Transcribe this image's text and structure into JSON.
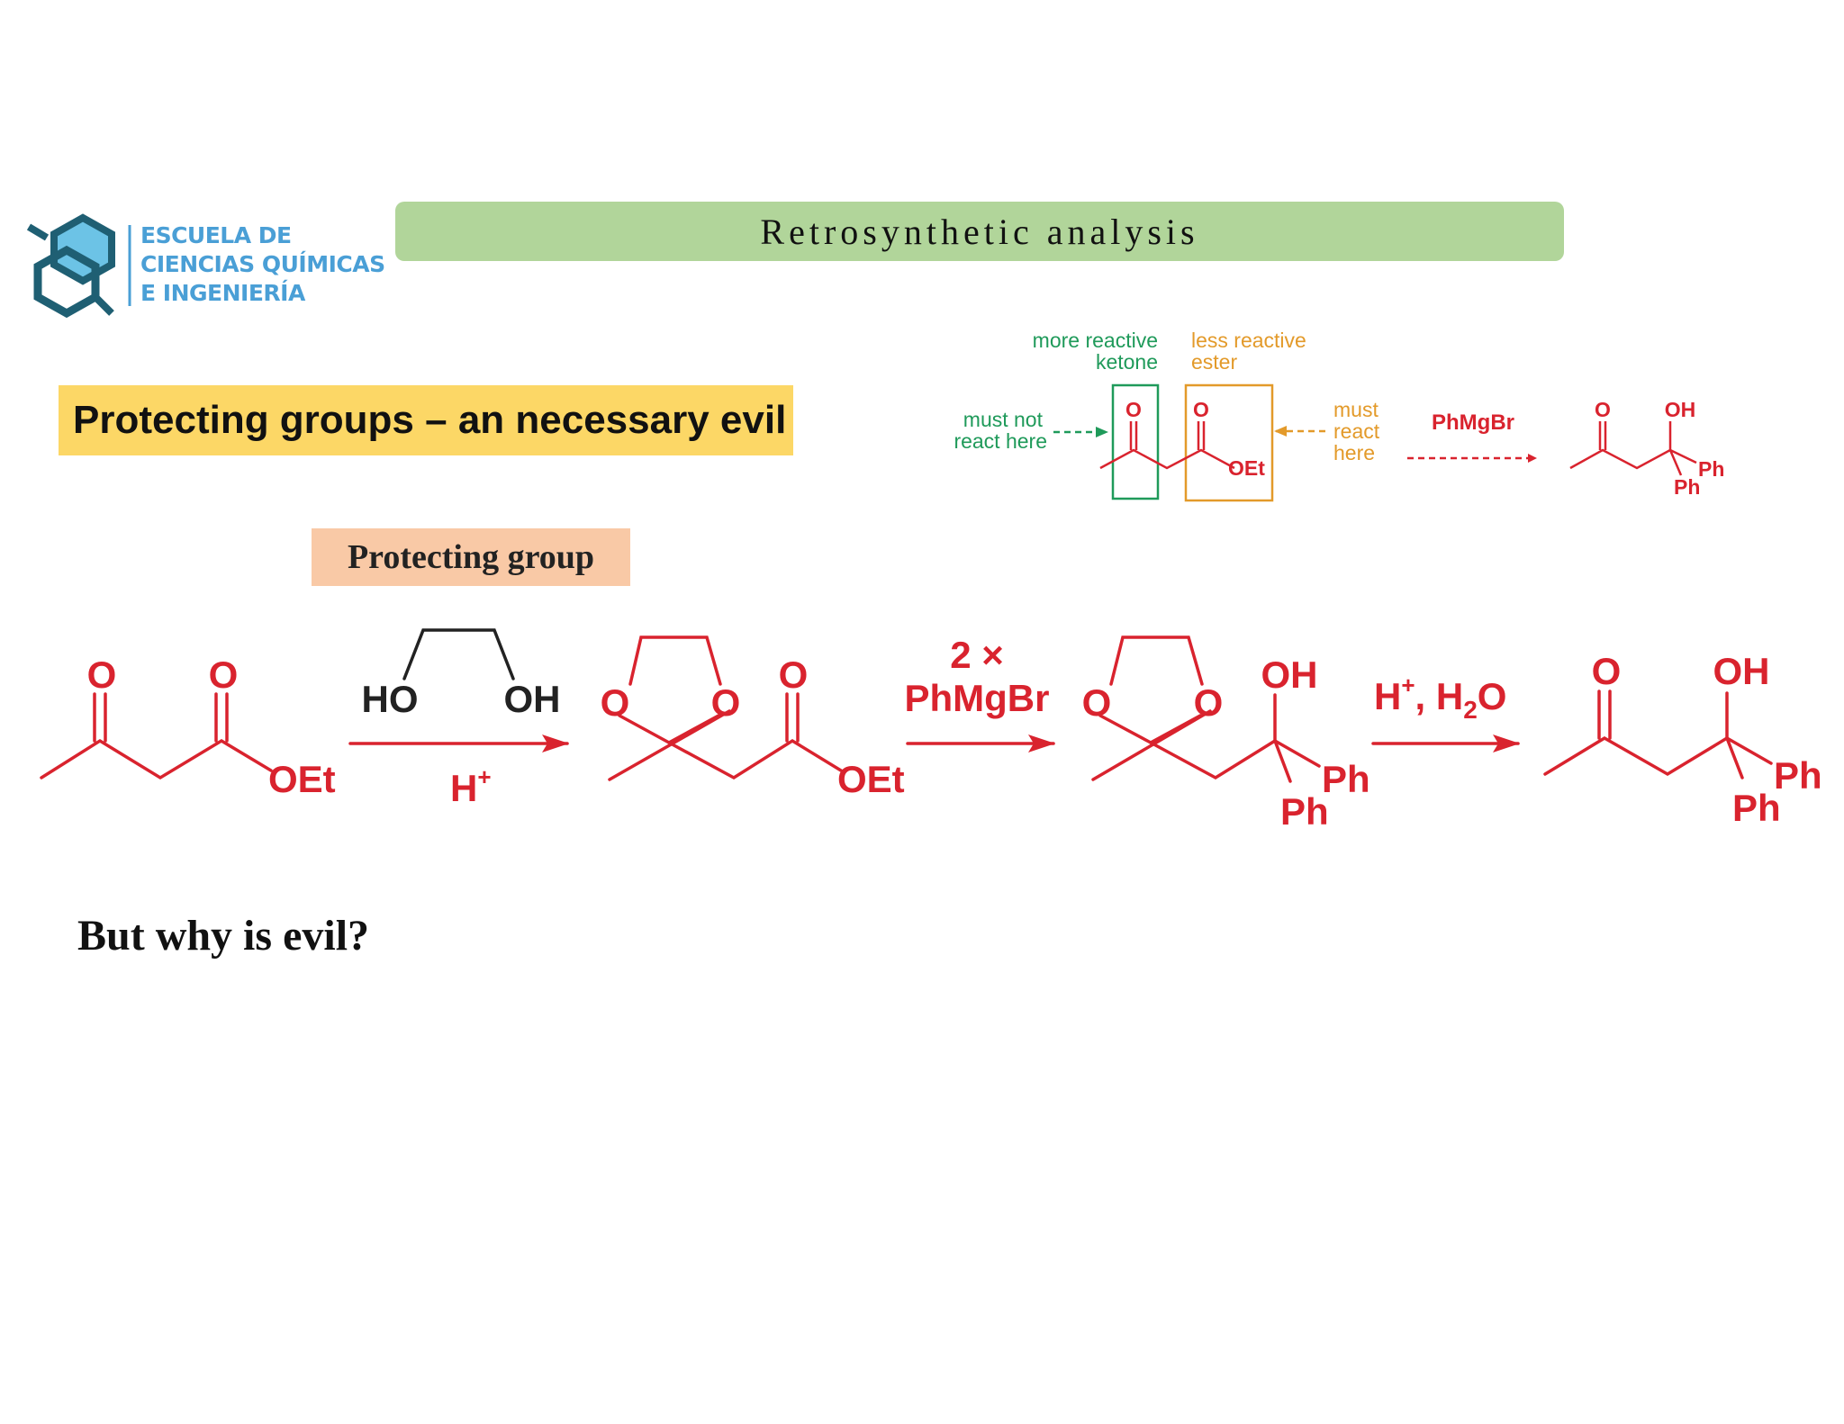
{
  "logo": {
    "line1": "ESCUELA DE",
    "line2": "CIENCIAS QUÍMICAS",
    "line3": "E INGENIERÍA"
  },
  "title": "Retrosynthetic analysis",
  "heading": "Protecting groups – an necessary evil",
  "protecting_group_label": "Protecting group",
  "question": "But why is evil?",
  "small_scheme": {
    "more_reactive_1": "more reactive",
    "more_reactive_2": "ketone",
    "less_reactive_1": "less reactive",
    "less_reactive_2": "ester",
    "must_not_1": "must not",
    "must_not_2": "react here",
    "must_1": "must",
    "must_2": "react",
    "must_3": "here",
    "reagent": "PhMgBr",
    "o1": "O",
    "o2": "O",
    "oet": "OEt",
    "prod_o": "O",
    "prod_oh": "OH",
    "prod_ph1": "Ph",
    "prod_ph2": "Ph"
  },
  "main_scheme": {
    "sm_o1": "O",
    "sm_o2": "O",
    "sm_oet": "OEt",
    "diol_ho": "HO",
    "diol_oh": "OH",
    "step1_catalyst": "H",
    "step1_sup": "+",
    "ketal_o1": "O",
    "ketal_o2": "O",
    "ketal_o3": "O",
    "ketal_oet": "OEt",
    "step2_count": "2 ×",
    "step2_reagent": "PhMgBr",
    "int_o1": "O",
    "int_o2": "O",
    "int_oh": "OH",
    "int_ph1": "Ph",
    "int_ph2": "Ph",
    "step3_h": "H",
    "step3_sup": "+",
    "step3_rest": ", H",
    "step3_sub": "2",
    "step3_o": "O",
    "prod_o": "O",
    "prod_oh": "OH",
    "prod_ph1": "Ph",
    "prod_ph2": "Ph"
  },
  "colors": {
    "title_bar": "#b1d59a",
    "heading_bg": "#fcd766",
    "protecting_bg": "#f9c9a6",
    "scheme_red": "#d9232e",
    "ketone_green": "#1f9a5a",
    "ester_orange": "#e39a2a",
    "logo_blue": "#4a9fd6",
    "logo_dark": "#1f5f73"
  }
}
